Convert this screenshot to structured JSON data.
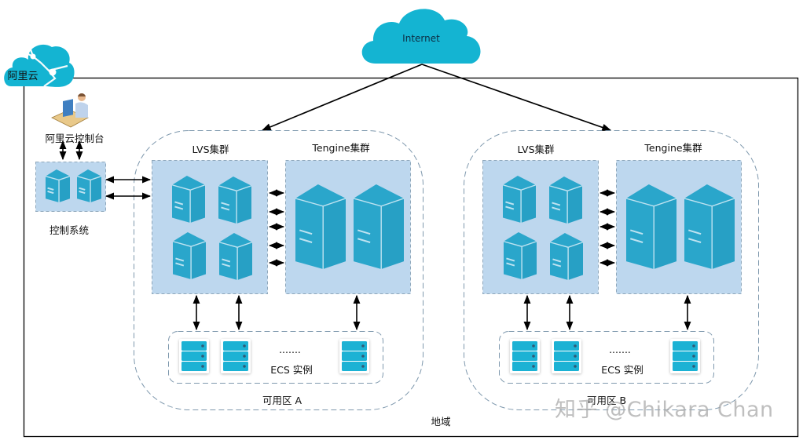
{
  "title": "阿里云 SLB 架构",
  "colors": {
    "cloud": "#14b4d2",
    "cluster_fill": "#bdd7ee",
    "server": "#2aa6cb",
    "server_line": "#bfe3f1",
    "dashed": "#7e98ad",
    "frame": "#000000",
    "ecs": "#1fb2d4"
  },
  "brand": {
    "label": "阿里云",
    "icon": "aliyun-cloud-icon"
  },
  "internet": {
    "label": "Internet",
    "icon": "cloud-icon"
  },
  "console": {
    "label": "阿里云控制台",
    "icon": "operator-workstation-icon"
  },
  "control_system": {
    "label": "控制系统",
    "servers": 2
  },
  "region_label": "地域",
  "zones": [
    {
      "label": "可用区 A",
      "lvs": {
        "label": "LVS集群",
        "servers": 4
      },
      "tengine": {
        "label": "Tengine集群",
        "servers": 2
      },
      "ecs": {
        "label": "ECS 实例",
        "ellipsis": ".......",
        "instances": 3
      }
    },
    {
      "label": "可用区 B",
      "lvs": {
        "label": "LVS集群",
        "servers": 4
      },
      "tengine": {
        "label": "Tengine集群",
        "servers": 2
      },
      "ecs": {
        "label": "ECS 实例",
        "ellipsis": ".......",
        "instances": 3
      }
    }
  ],
  "watermark": "知乎 @Chikara Chan"
}
